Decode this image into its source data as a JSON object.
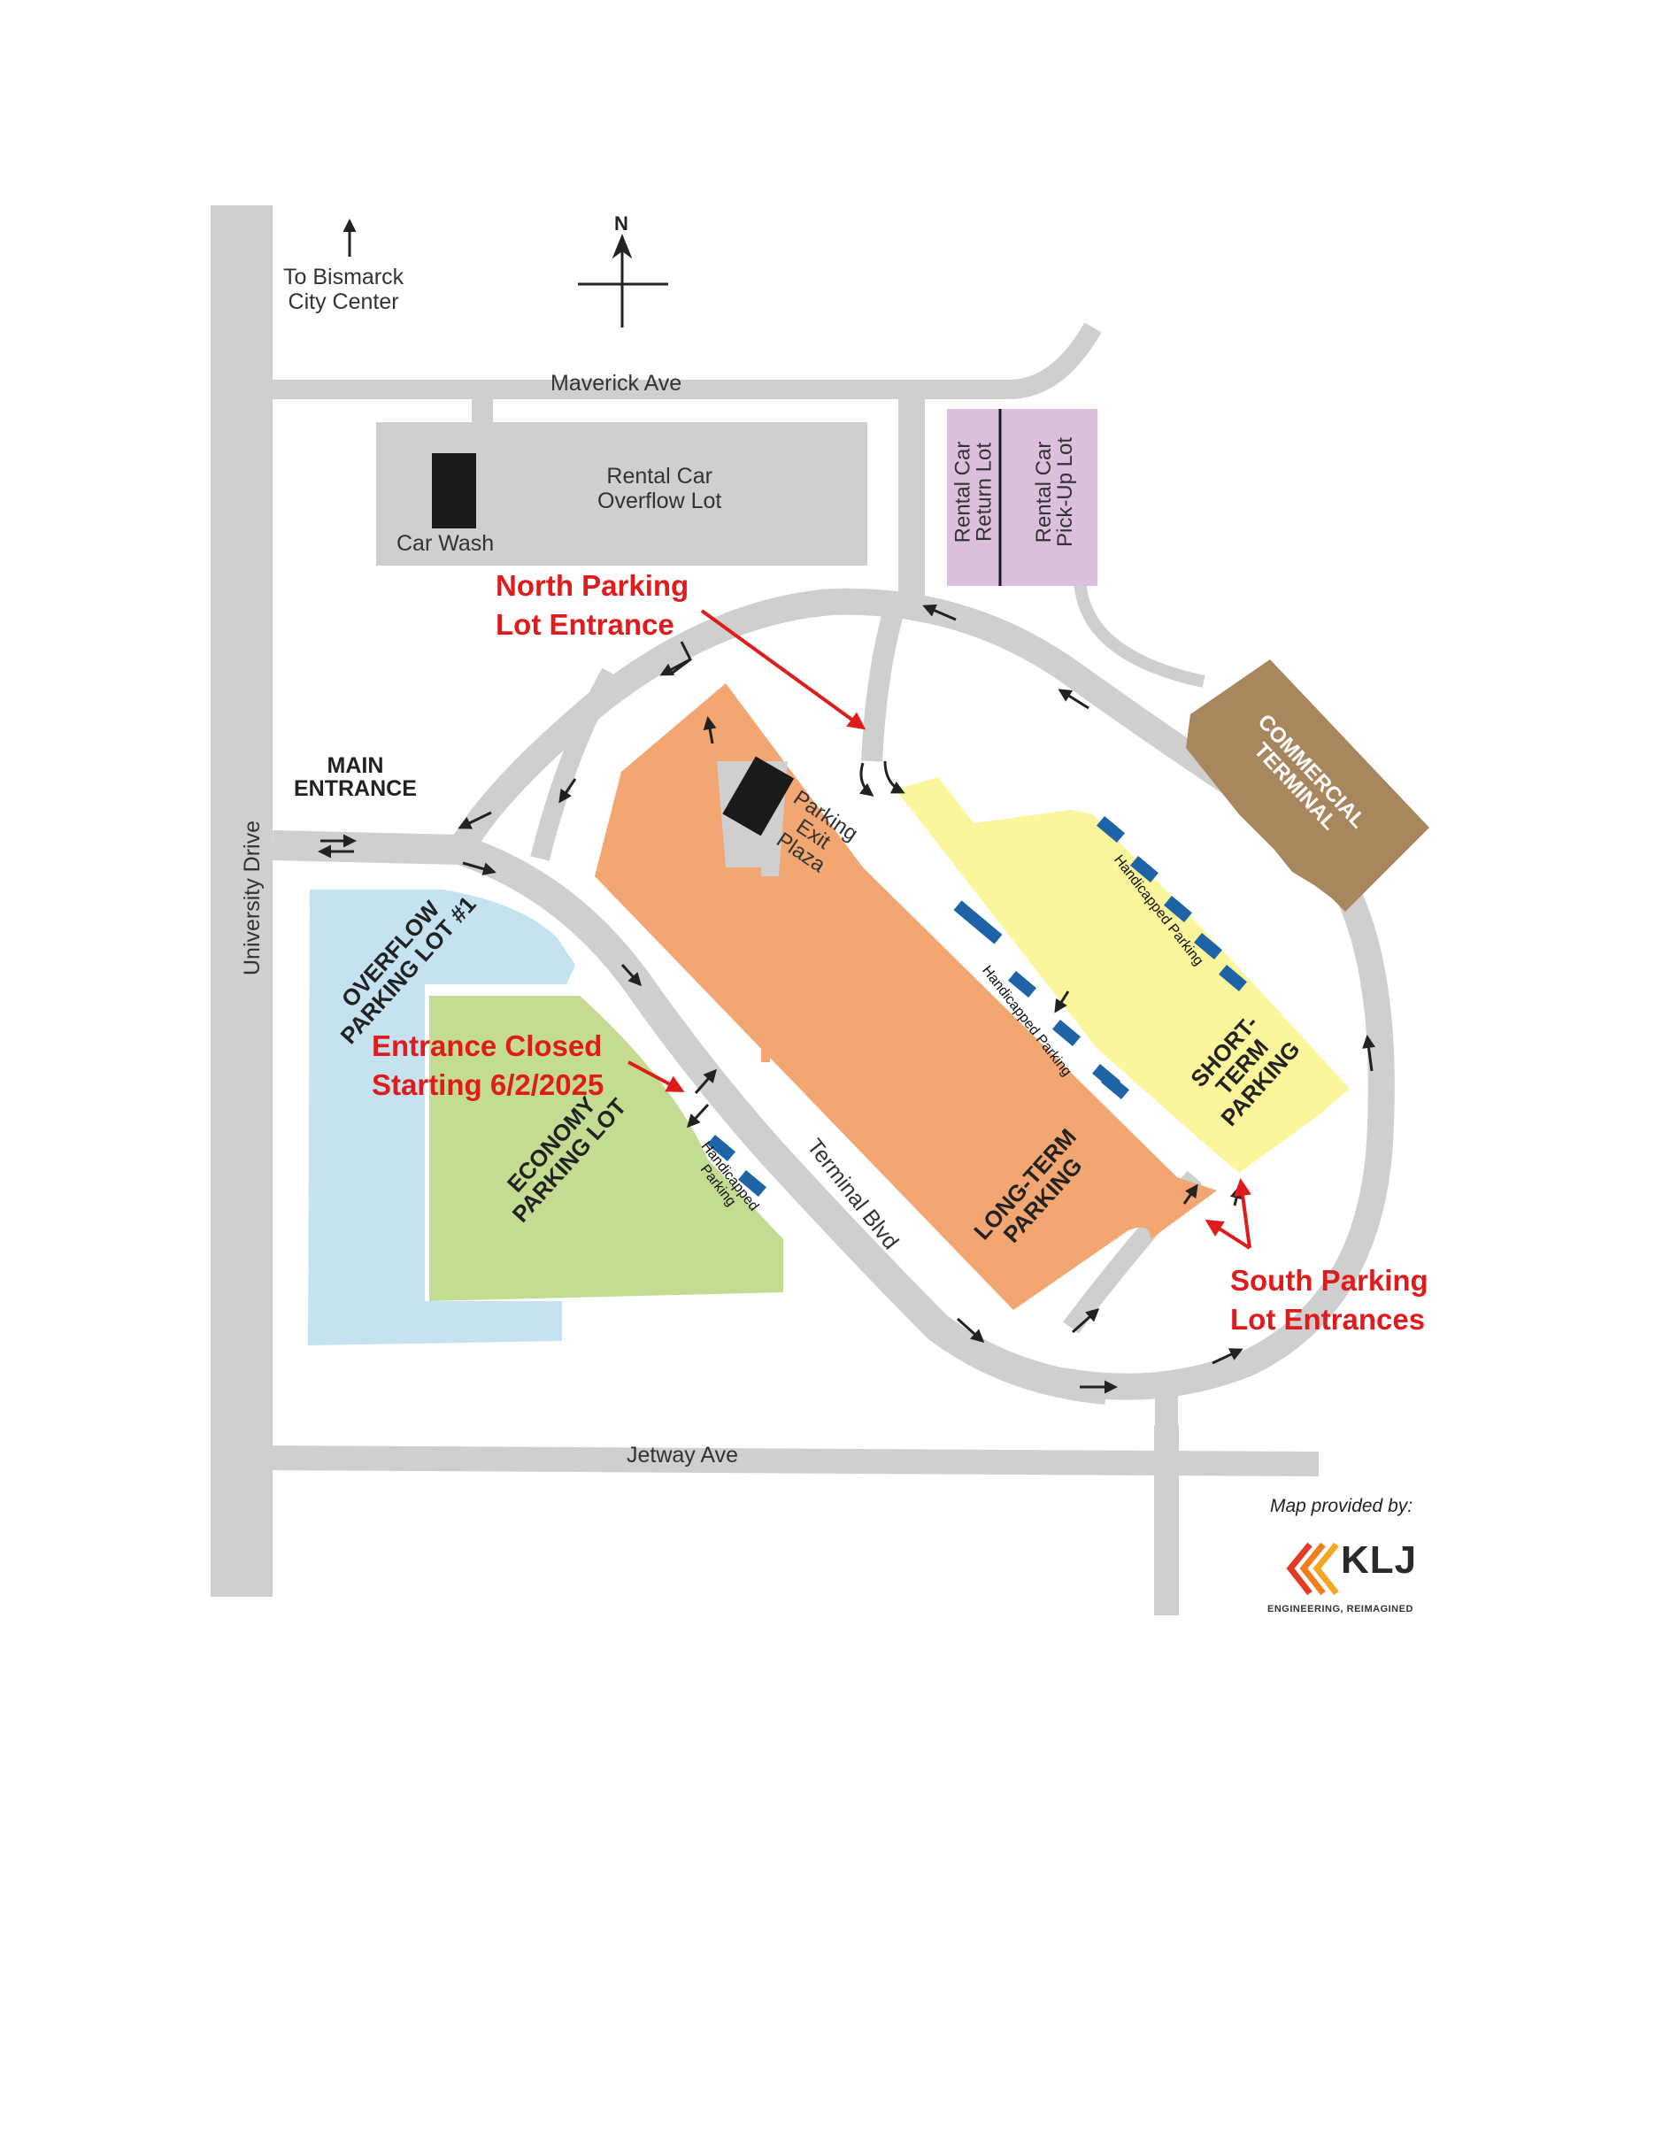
{
  "north_arrow": {
    "label": "N"
  },
  "top_pointer": {
    "text": "To Bismarck\nCity Center"
  },
  "roads": {
    "maverick": "Maverick Ave",
    "university": "University Drive",
    "jetway": "Jetway Ave",
    "terminal_blvd": "Terminal Blvd"
  },
  "labels": {
    "rental_overflow": "Rental Car\nOverflow Lot",
    "car_wash": "Car Wash",
    "rental_return": "Rental Car\nReturn Lot",
    "rental_pickup": "Rental Car\nPick-Up Lot",
    "main_entrance": "MAIN\nENTRANCE",
    "commercial_terminal": "COMMERCIAL\nTERMINAL",
    "parking_exit_plaza": "Parking\nExit\nPlaza",
    "overflow_lot": "OVERFLOW\nPARKING LOT #1",
    "economy_lot": "ECONOMY\nPARKING LOT",
    "long_term": "LONG-TERM\nPARKING",
    "short_term": "SHORT-\nTERM\nPARKING",
    "handicapped_1": "Handicapped Parking",
    "handicapped_2": "Handicapped Parking",
    "handicapped_3": "Handicapped\nParking"
  },
  "callouts": {
    "north_entrance": "North Parking\nLot Entrance",
    "entrance_closed": "Entrance Closed\nStarting 6/2/2025",
    "south_entrances": "South Parking\nLot Entrances"
  },
  "credit": {
    "provided_by": "Map provided by:",
    "logo_text": "KLJ",
    "tagline": "ENGINEERING, REIMAGINED"
  },
  "colors": {
    "road": "#cfcfcf",
    "long_term": "#f2a672",
    "short_term": "#fbf59b",
    "overflow_lot": "#c5e2f1",
    "economy_lot": "#c4dc92",
    "rental_lots": "#dcbedd",
    "terminal": "#a8875f",
    "handicapped": "#1d63a6",
    "callout": "#e01b1b"
  }
}
